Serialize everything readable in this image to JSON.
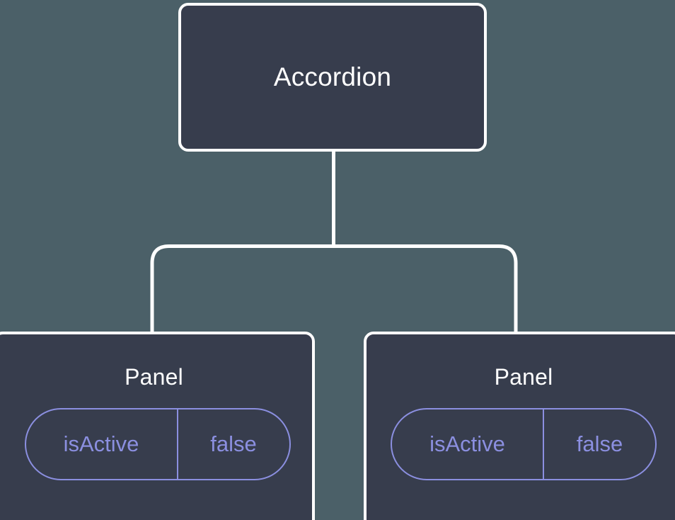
{
  "diagram": {
    "type": "component-tree",
    "background_color": "#4b6068",
    "node_fill_color": "#373d4d",
    "node_border_color": "#ffffff",
    "edge_color": "#ffffff",
    "accent_color": "#8b8fe0",
    "title_color": "#ffffff"
  },
  "root": {
    "label": "Accordion"
  },
  "children": [
    {
      "label": "Panel",
      "state": {
        "key": "isActive",
        "value": "false"
      }
    },
    {
      "label": "Panel",
      "state": {
        "key": "isActive",
        "value": "false"
      }
    }
  ]
}
